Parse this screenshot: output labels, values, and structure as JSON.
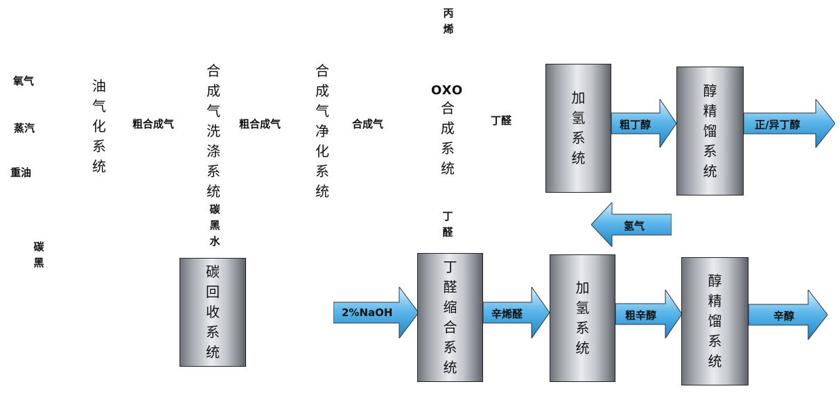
{
  "inputs": {
    "oxygen": "氧气",
    "steam": "蒸汽",
    "heavy_oil": "重油",
    "carbon_black": "碳黑"
  },
  "systems": {
    "oil_gasification": "油气化系统",
    "syngas_washing": "合成气洗涤系统",
    "syngas_purification": "合成气净化系统",
    "oxo_prefix": "OXO",
    "oxo_synthesis": "合成系统",
    "carbon_recovery": "碳回收系统",
    "hydrogenation_top": "加氢系统",
    "alcohol_distillation_top": "醇精馏系统",
    "butanal_condensation": "丁醛缩合系统",
    "hydrogenation_bottom": "加氢系统",
    "alcohol_distillation_bottom": "醇精馏系统"
  },
  "streams": {
    "crude_syngas_1": "粗合成气",
    "crude_syngas_2": "粗合成气",
    "syngas": "合成气",
    "propylene": "丙烯",
    "butanal_top": "丁醛",
    "butanal_vertical": "丁醛",
    "carbon_black_water": "碳黑水"
  },
  "arrows": {
    "crude_butanol": "粗丁醇",
    "n_iso_butanol": "正/异丁醇",
    "hydrogen": "氢气",
    "naoh": "2%NaOH",
    "octenal": "辛烯醛",
    "crude_octanol": "粗辛醇",
    "octanol": "辛醇"
  },
  "colors": {
    "arrow_light": "#d6f0ff",
    "arrow_mid": "#5fb8ea",
    "arrow_dark": "#1a86c8",
    "box_light": "#e9ebee",
    "box_dark": "#5e6268"
  }
}
